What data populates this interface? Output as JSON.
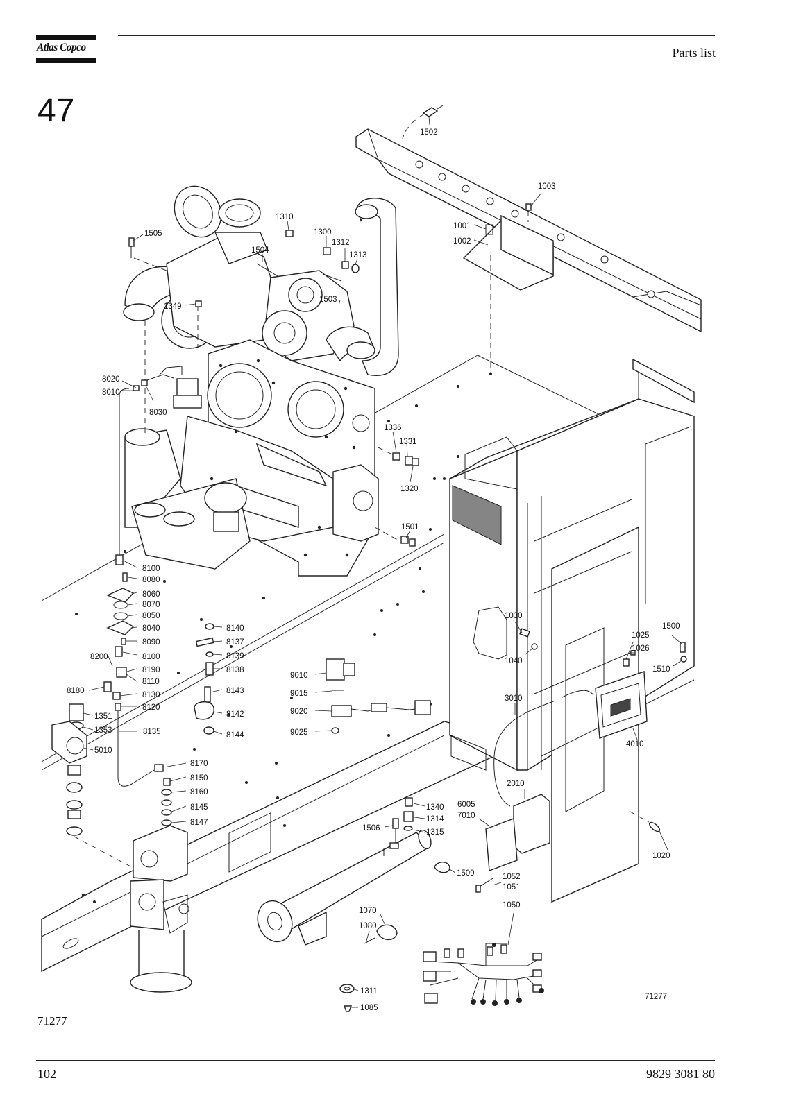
{
  "header": {
    "logo_text": "Atlas Copco",
    "title": "Parts list"
  },
  "chapter_number": "47",
  "figure_ref_left": "71277",
  "figure_ref_right": "71277",
  "footer": {
    "page_number": "102",
    "document_number": "9829 3081 80"
  },
  "labels": {
    "p1502": "1502",
    "p1003": "1003",
    "p1001": "1001",
    "p1002": "1002",
    "p1310": "1310",
    "p1300": "1300",
    "p1312": "1312",
    "p1313": "1313",
    "p1504": "1504",
    "p1505": "1505",
    "p1503": "1503",
    "p1349": "1349",
    "p8020": "8020",
    "p8010": "8010",
    "p8030": "8030",
    "p1336": "1336",
    "p1331": "1331",
    "p1320": "1320",
    "p1501": "1501",
    "p8100a": "8100",
    "p8080": "8080",
    "p8060": "8060",
    "p8070": "8070",
    "p8050": "8050",
    "p8040": "8040",
    "p8090": "8090",
    "p8200": "8200",
    "p8100b": "8100",
    "p8190": "8190",
    "p8110": "8110",
    "p8180": "8180",
    "p8130": "8130",
    "p8120": "8120",
    "p1351": "1351",
    "p1353": "1353",
    "p8135": "8135",
    "p5010": "5010",
    "p8140": "8140",
    "p8137": "8137",
    "p8139": "8139",
    "p8138": "8138",
    "p8143": "8143",
    "p8142": "8142",
    "p8144": "8144",
    "p9010": "9010",
    "p9015": "9015",
    "p9020": "9020",
    "p9025": "9025",
    "p8170": "8170",
    "p8150": "8150",
    "p8160": "8160",
    "p8145": "8145",
    "p8147": "8147",
    "p1030": "1030",
    "p1040": "1040",
    "p1025": "1025",
    "p1026": "1026",
    "p1500": "1500",
    "p1510": "1510",
    "p3010": "3010",
    "p4010": "4010",
    "p2010": "2010",
    "p6005": "6005",
    "p7010": "7010",
    "p1340": "1340",
    "p1314": "1314",
    "p1506": "1506",
    "p1315": "1315",
    "p1020": "1020",
    "p1509": "1509",
    "p1052": "1052",
    "p1051": "1051",
    "p1050": "1050",
    "p1070": "1070",
    "p1080": "1080",
    "p1311": "1311",
    "p1085": "1085"
  }
}
